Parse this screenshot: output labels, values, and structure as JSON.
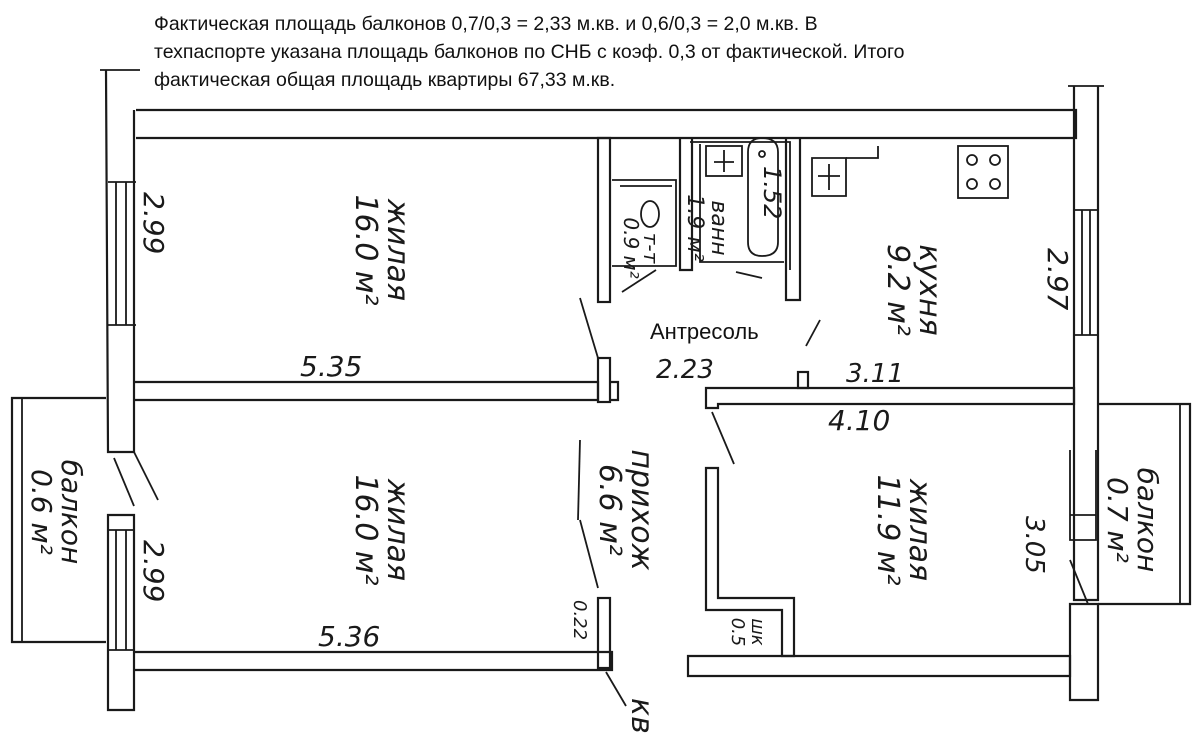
{
  "note": {
    "line1": "Фактическая площадь балконов 0,7/0,3 = 2,33 м.кв. и  0,6/0,3 = 2,0 м.кв. В",
    "line2": "техпаспорте указана площадь балконов по СНБ с коэф. 0,3 от фактической. Итого",
    "line3": "фактическая общая площадь квартиры 67,33 м.кв."
  },
  "labels": {
    "mezzanine": "Антресоль"
  },
  "rooms": {
    "living_top": {
      "name": "жилая",
      "area": "16.0 м²"
    },
    "living_bottom": {
      "name": "жилая",
      "area": "16.0 м²"
    },
    "living_right": {
      "name": "жилая",
      "area": "11.9 м²"
    },
    "kitchen": {
      "name": "кухня",
      "area": "9.2 м²"
    },
    "hallway": {
      "name": "прихож",
      "area": "6.6 м²"
    },
    "bathroom": {
      "name": "ванн",
      "area": "1.9 м²"
    },
    "wc": {
      "name": "т-т",
      "area": "0.9 м²"
    },
    "closet": {
      "name": "шк",
      "area": "0.5"
    },
    "balcony_left": {
      "name": "балкон",
      "area": "0.6 м²"
    },
    "balcony_right": {
      "name": "балкон",
      "area": "0.7 м²"
    }
  },
  "dimensions": {
    "d_535": "5.35",
    "d_536": "5.36",
    "d_223": "2.23",
    "d_311": "3.11",
    "d_410": "4.10",
    "d_299a": "2.99",
    "d_299b": "2.99",
    "d_297": "2.97",
    "d_305": "3.05",
    "d_152": "1.52",
    "d_022": "0.22"
  },
  "marks": {
    "kv": "кв"
  }
}
